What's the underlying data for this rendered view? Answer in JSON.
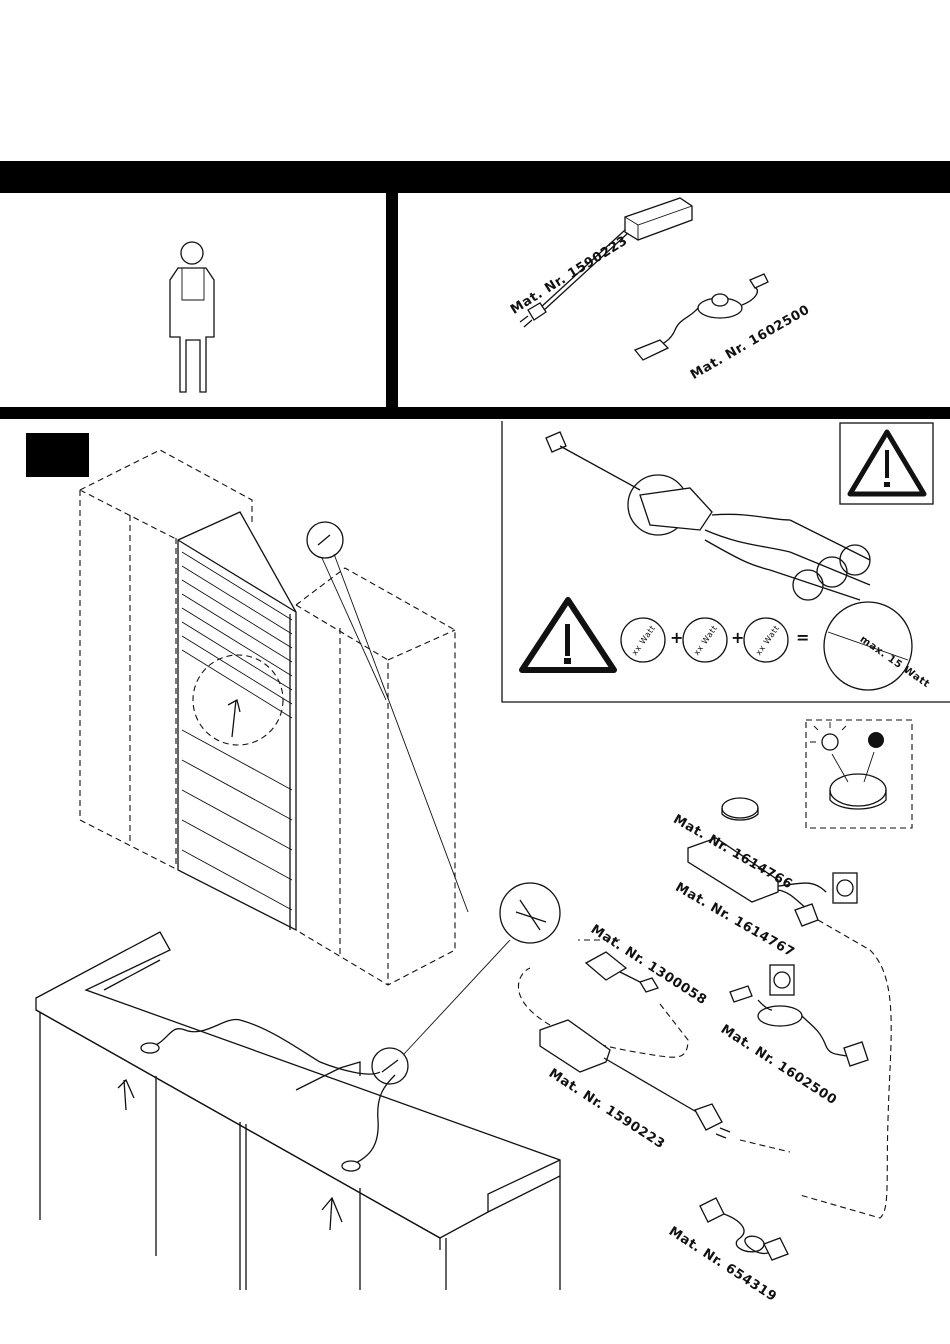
{
  "parts": {
    "driver_top": "Mat. Nr. 1590223",
    "foot_switch_top": "Mat. Nr. 1602500",
    "remote": "Mat. Nr. 1614766",
    "remote_receiver": "Mat. Nr. 1614767",
    "distributor": "Mat. Nr. 1300058",
    "foot_switch": "Mat. Nr. 1602500",
    "driver": "Mat. Nr. 1590223",
    "extension": "Mat. Nr. 654319"
  },
  "wattage": {
    "unit_label": "xx Watt",
    "plus": "+",
    "equals": "=",
    "max_label": "max. 15 Watt"
  },
  "icons": {
    "warning": "warning-triangle-icon",
    "worker": "person-icon",
    "light_on": "bulb-on-icon",
    "light_off": "bulb-off-icon"
  }
}
